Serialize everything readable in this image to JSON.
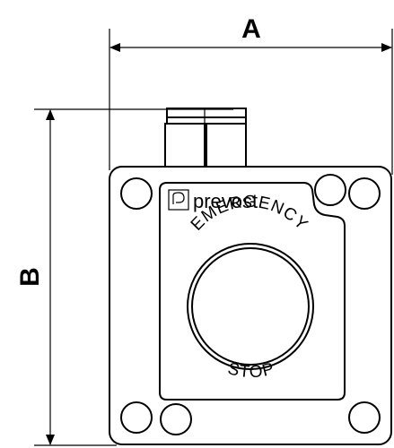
{
  "dimensions": {
    "width_label": "A",
    "height_label": "B"
  },
  "device": {
    "brand": "prevost",
    "top_label": "EMERGENCY",
    "bottom_label": "STOP"
  },
  "colors": {
    "line": "#000000",
    "background": "#ffffff"
  }
}
